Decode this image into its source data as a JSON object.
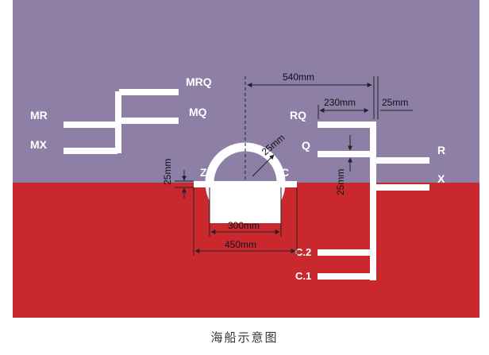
{
  "caption": "海船示意图",
  "colors": {
    "upper_band": "#8d7fa5",
    "lower_band": "#c9282e",
    "mark": "#ffffff",
    "dimension": "#222222"
  },
  "labels": {
    "mrq": "MRQ",
    "mq": "MQ",
    "mr": "MR",
    "mx": "MX",
    "rq": "RQ",
    "q": "Q",
    "r": "R",
    "x": "X",
    "z": "Z",
    "c": "C",
    "c2": "C.2",
    "c1": "C.1"
  },
  "dimensions": {
    "d540": "540mm",
    "d230": "230mm",
    "d25_top": "25mm",
    "d25_ring": "25mm",
    "d25_left": "25mm",
    "d25_right": "25mm",
    "d300": "300mm",
    "d450": "450mm"
  },
  "partial_top_text": "海船示意图"
}
